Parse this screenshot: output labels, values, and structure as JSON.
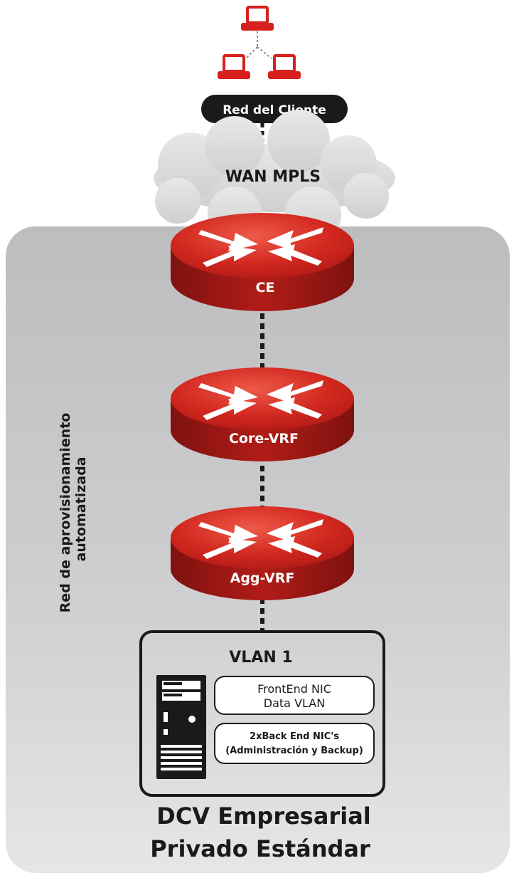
{
  "client_network": {
    "label": "Red del Cliente",
    "icon": "laptop-icon"
  },
  "wan": {
    "label": "WAN MPLS",
    "icon": "cloud-icon"
  },
  "provisioning_network": {
    "label_line1": "Red de aprovisionamiento",
    "label_line2": "automatizada"
  },
  "routers": [
    {
      "label": "CE",
      "icon": "router-icon"
    },
    {
      "label": "Core-VRF",
      "icon": "router-icon"
    },
    {
      "label": "Agg-VRF",
      "icon": "router-icon"
    }
  ],
  "vlan": {
    "title": "VLAN 1",
    "server_icon": "server-tower-icon",
    "frontend_line1": "FrontEnd NIC",
    "frontend_line2": "Data VLAN",
    "backend_line1": "2xBack End NIC's",
    "backend_line2": "(Administración y Backup)"
  },
  "footer": {
    "line1": "DCV Empresarial",
    "line2": "Privado Estándar"
  },
  "colors": {
    "router_red": "#c8201c",
    "router_red_dark": "#8f1512",
    "panel_gray": "#c4c4c6",
    "cloud_gray": "#dcdcdc",
    "laptop_red": "#d8201e",
    "pill_black": "#1a1a1a"
  }
}
